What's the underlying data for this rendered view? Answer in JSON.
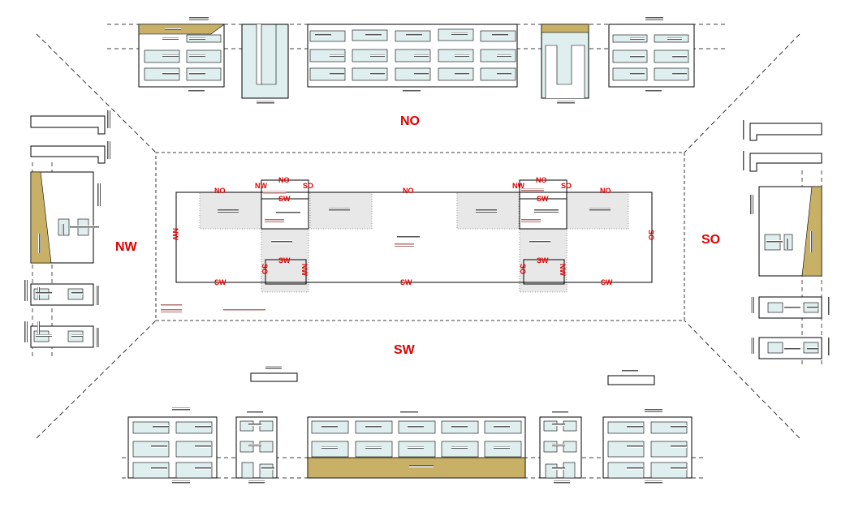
{
  "labels": {
    "no": "NO",
    "so": "SO",
    "sw": "SW",
    "nw": "NW"
  },
  "colors": {
    "line": "#000000",
    "window": "#dfeeee",
    "gold": "#c8b166",
    "label": "#e00000",
    "hatch": "#555555",
    "hatch_red": "#b07070",
    "shade": "#e8e8e8"
  }
}
